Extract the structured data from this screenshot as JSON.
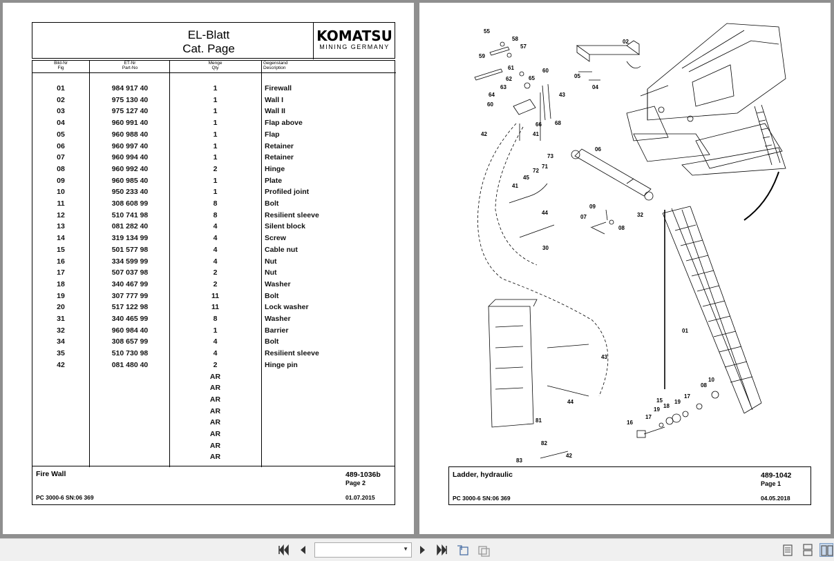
{
  "left_page": {
    "header": {
      "title_line1": "EL-Blatt",
      "title_line2": "Cat. Page",
      "logo_main": "KOMATSU",
      "logo_sub": "MINING GERMANY"
    },
    "columns": [
      {
        "de": "Bild-Nr",
        "en": "Fig"
      },
      {
        "de": "ET-Nr",
        "en": "Part-No"
      },
      {
        "de": "Menge",
        "en": "Qty"
      },
      {
        "de": "Gegenstand",
        "en": "Description"
      }
    ],
    "rows": [
      {
        "fig": "01",
        "part": "984 917 40",
        "qty": "1",
        "desc": "Firewall"
      },
      {
        "fig": "02",
        "part": "975 130 40",
        "qty": "1",
        "desc": "Wall I"
      },
      {
        "fig": "03",
        "part": "975 127 40",
        "qty": "1",
        "desc": "Wall II"
      },
      {
        "fig": "04",
        "part": "960 991 40",
        "qty": "1",
        "desc": "Flap above"
      },
      {
        "fig": "05",
        "part": "960 988 40",
        "qty": "1",
        "desc": "Flap"
      },
      {
        "fig": "06",
        "part": "960 997 40",
        "qty": "1",
        "desc": "Retainer"
      },
      {
        "fig": "07",
        "part": "960 994 40",
        "qty": "1",
        "desc": "Retainer"
      },
      {
        "fig": "08",
        "part": "960 992 40",
        "qty": "2",
        "desc": "Hinge"
      },
      {
        "fig": "09",
        "part": "960 985 40",
        "qty": "1",
        "desc": "Plate"
      },
      {
        "fig": "10",
        "part": "950 233 40",
        "qty": "1",
        "desc": "Profiled joint"
      },
      {
        "fig": "11",
        "part": "308 608 99",
        "qty": "8",
        "desc": "Bolt"
      },
      {
        "fig": "12",
        "part": "510 741 98",
        "qty": "8",
        "desc": "Resilient sleeve"
      },
      {
        "fig": "13",
        "part": "081 282 40",
        "qty": "4",
        "desc": "Silent block"
      },
      {
        "fig": "14",
        "part": "319 134 99",
        "qty": "4",
        "desc": "Screw"
      },
      {
        "fig": "15",
        "part": "501 577 98",
        "qty": "4",
        "desc": "Cable nut"
      },
      {
        "fig": "16",
        "part": "334 599 99",
        "qty": "4",
        "desc": "Nut"
      },
      {
        "fig": "17",
        "part": "507 037 98",
        "qty": "2",
        "desc": "Nut"
      },
      {
        "fig": "18",
        "part": "340 467 99",
        "qty": "2",
        "desc": "Washer"
      },
      {
        "fig": "19",
        "part": "307 777 99",
        "qty": "11",
        "desc": "Bolt"
      },
      {
        "fig": "20",
        "part": "517 122 98",
        "qty": "11",
        "desc": "Lock washer"
      },
      {
        "fig": "31",
        "part": "340 465 99",
        "qty": "8",
        "desc": "Washer"
      },
      {
        "fig": "32",
        "part": "960 984 40",
        "qty": "1",
        "desc": "Barrier"
      },
      {
        "fig": "34",
        "part": "308 657 99",
        "qty": "4",
        "desc": "Bolt"
      },
      {
        "fig": "35",
        "part": "510 730 98",
        "qty": "4",
        "desc": "Resilient sleeve"
      },
      {
        "fig": "42",
        "part": "081 480 40",
        "qty": "2",
        "desc": "Hinge pin"
      },
      {
        "fig": "",
        "part": "",
        "qty": "AR",
        "desc": ""
      },
      {
        "fig": "",
        "part": "",
        "qty": "AR",
        "desc": ""
      },
      {
        "fig": "",
        "part": "",
        "qty": "AR",
        "desc": ""
      },
      {
        "fig": "",
        "part": "",
        "qty": "AR",
        "desc": ""
      },
      {
        "fig": "",
        "part": "",
        "qty": "AR",
        "desc": ""
      },
      {
        "fig": "",
        "part": "",
        "qty": "AR",
        "desc": ""
      },
      {
        "fig": "",
        "part": "",
        "qty": "AR",
        "desc": ""
      },
      {
        "fig": "",
        "part": "",
        "qty": "AR",
        "desc": ""
      }
    ],
    "footer": {
      "title": "Fire Wall",
      "doc_number": "489-1036b",
      "page": "Page 2",
      "model": "PC 3000-6 SN:06 369",
      "date": "01.07.2015"
    }
  },
  "right_page": {
    "diagram_labels": [
      "55",
      "58",
      "57",
      "59",
      "02",
      "61",
      "60",
      "62",
      "65",
      "05",
      "04",
      "63",
      "43",
      "64",
      "60",
      "66",
      "68",
      "42",
      "41",
      "73",
      "06",
      "71",
      "72",
      "45",
      "41",
      "09",
      "44",
      "07",
      "08",
      "32",
      "30",
      "01",
      "43",
      "10",
      "08",
      "15",
      "17",
      "18",
      "19",
      "17",
      "19",
      "44",
      "16",
      "81",
      "82",
      "42",
      "83"
    ],
    "footer": {
      "title": "Ladder, hydraulic",
      "doc_number": "489-1042",
      "page": "Page 1",
      "model": "PC 3000-6 SN:06 369",
      "date": "04.05.2018"
    }
  },
  "toolbar": {
    "page_select_value": "",
    "icons": [
      "first-page-icon",
      "previous-page-icon",
      "next-page-icon",
      "last-page-icon",
      "go-back-icon",
      "go-forward-icon",
      "single-page-view-icon",
      "continuous-view-icon",
      "two-page-view-icon"
    ]
  }
}
